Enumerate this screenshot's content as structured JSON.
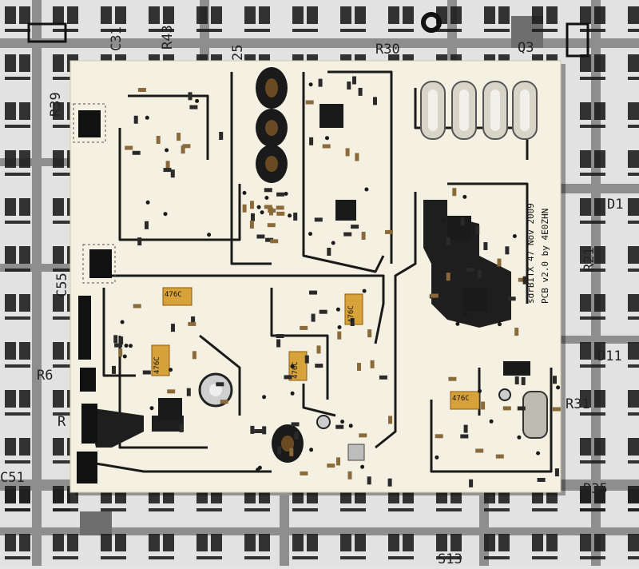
{
  "background_labels": {
    "c31": "C31",
    "r43": "R43",
    "r30": "R30",
    "q3": "Q3",
    "r39": "R39",
    "d1": "D1",
    "r21": "R21",
    "c55": "C55",
    "r6": "R6",
    "r": "R",
    "d11": "D11",
    "r31": "R31",
    "r35": "R35",
    "c51": "C51",
    "label_25": "25",
    "s13": "S13"
  },
  "board": {
    "title_line1": "sdrBITX 47 Nov 2009",
    "title_line2": "PCB v2.0 by 4E0ZHN",
    "cap_label": "476C"
  },
  "colors": {
    "paper": "#e4e4e4",
    "pattern": "#1e1e1e",
    "board": "#f4f0e2",
    "copper_trace": "#1a1a1a"
  }
}
